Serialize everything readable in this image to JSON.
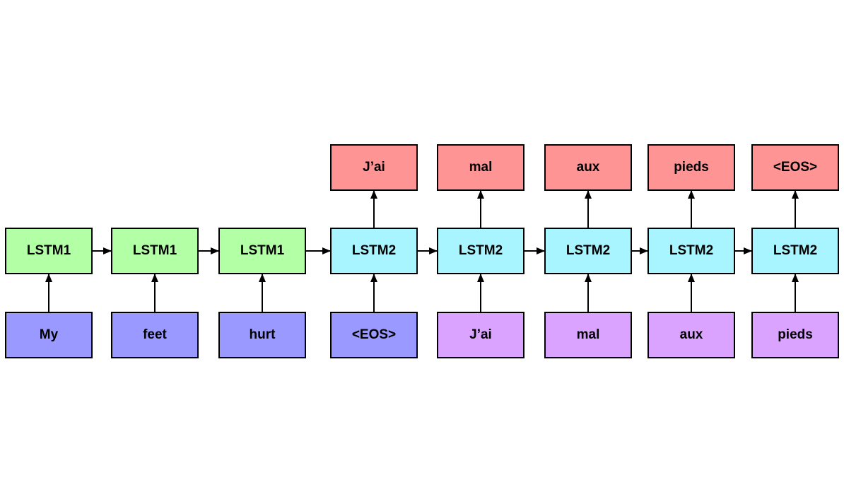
{
  "colors": {
    "encoder": "#b3ffa6",
    "decoder": "#a8f5ff",
    "source_input": "#9999ff",
    "target_input": "#d9a3ff",
    "output": "#ff9494",
    "stroke": "#000000"
  },
  "columns": [
    {
      "cell": "LSTM1",
      "input": "My",
      "output": null
    },
    {
      "cell": "LSTM1",
      "input": "feet",
      "output": null
    },
    {
      "cell": "LSTM1",
      "input": "hurt",
      "output": null
    },
    {
      "cell": "LSTM2",
      "input": "<EOS>",
      "output": "J’ai"
    },
    {
      "cell": "LSTM2",
      "input": "J’ai",
      "output": "mal"
    },
    {
      "cell": "LSTM2",
      "input": "mal",
      "output": "aux"
    },
    {
      "cell": "LSTM2",
      "input": "aux",
      "output": "pieds"
    },
    {
      "cell": "LSTM2",
      "input": "pieds",
      "output": "<EOS>"
    }
  ]
}
